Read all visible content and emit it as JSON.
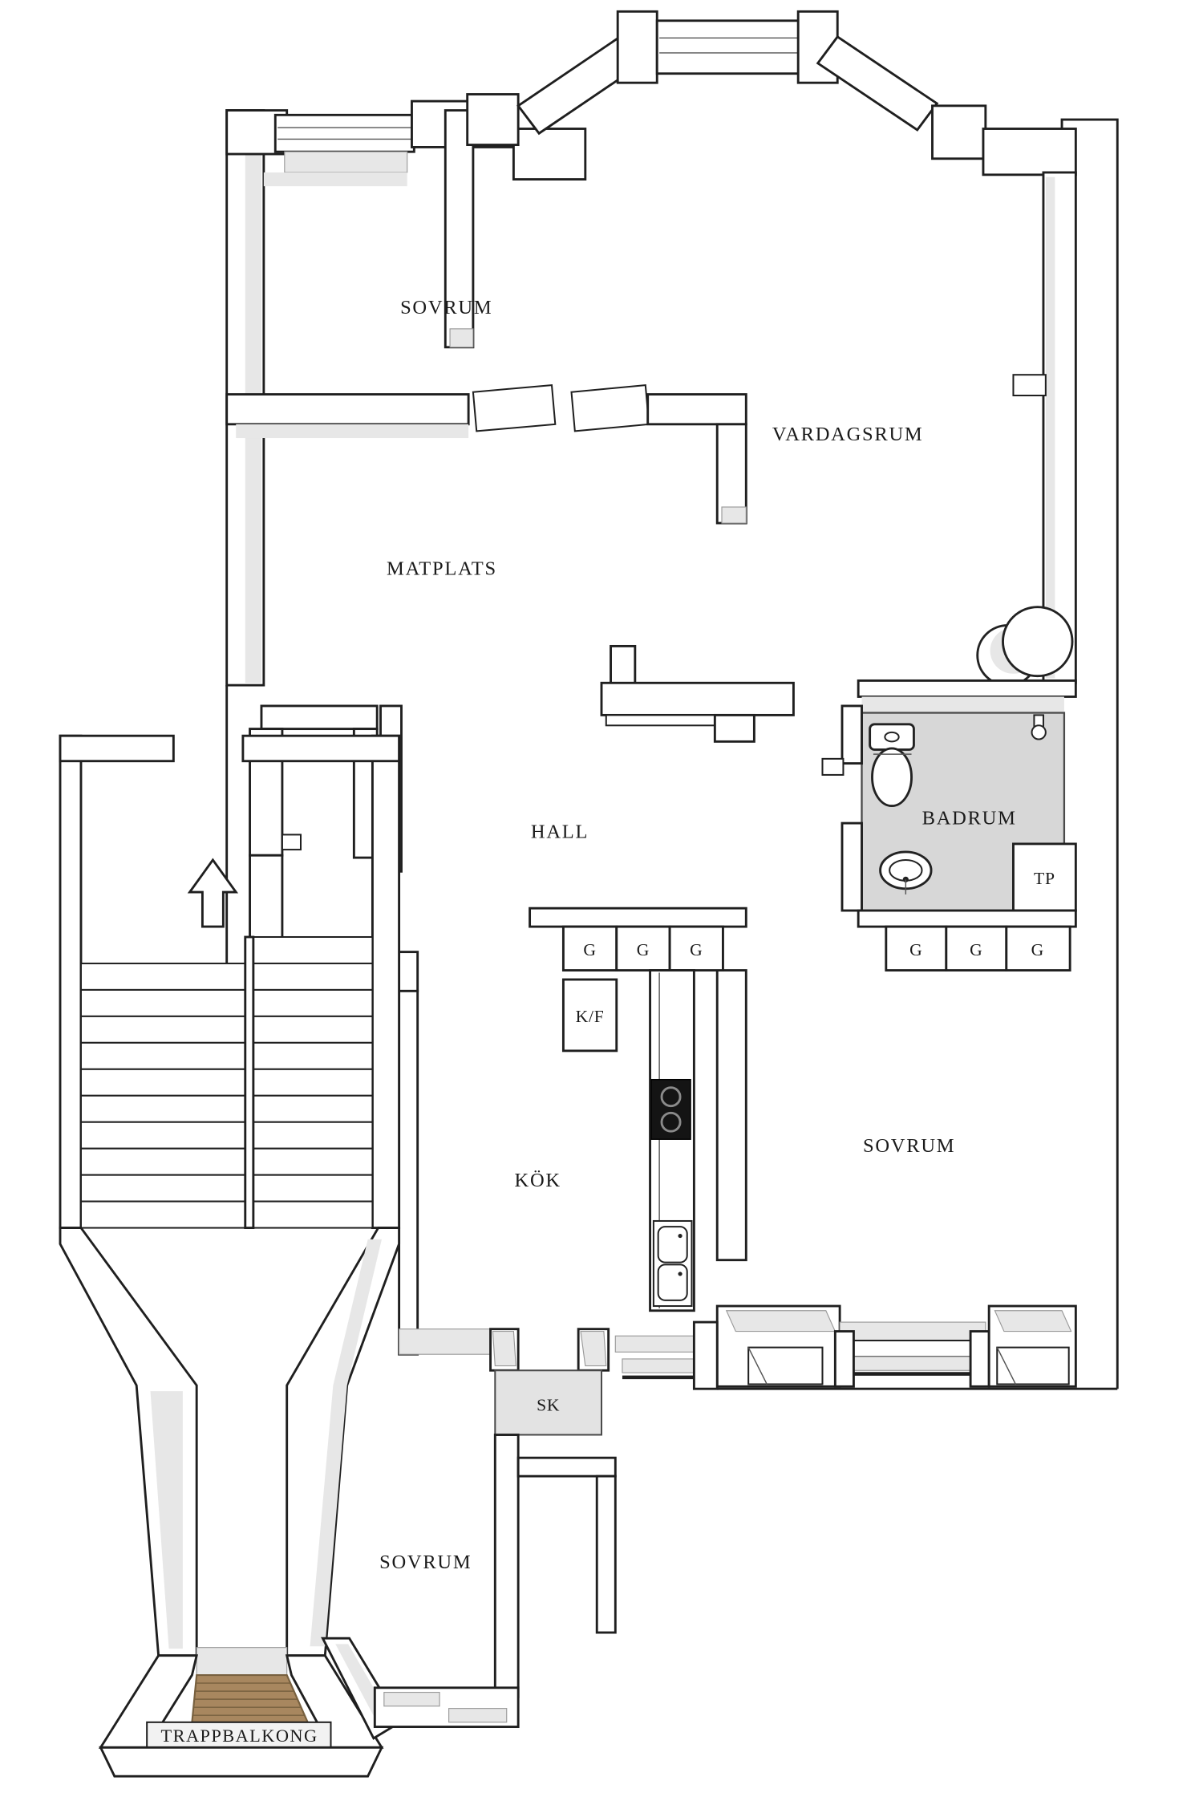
{
  "labels": {
    "sovrum_top": "SOVRUM",
    "vardagsrum": "VARDAGSRUM",
    "matplats": "MATPLATS",
    "hall": "HALL",
    "badrum": "BADRUM",
    "tp": "TP",
    "kok": "KÖK",
    "kf": "K/F",
    "sk": "SK",
    "sovrum_right": "SOVRUM",
    "sovrum_bottom": "SOVRUM",
    "trappbalkong": "TRAPPBALKONG",
    "wardrobes_kitchen": [
      "G",
      "G",
      "G"
    ],
    "wardrobes_bedroom": [
      "G",
      "G",
      "G"
    ]
  },
  "theme": {
    "wall_outline": "#1f1f1f",
    "wall_fill": "#ffffff",
    "wall_face": "#e7e7e7",
    "bathroom_floor": "#d7d7d7",
    "closet_floor": "#e3e3e3",
    "wood_floor": "#a8875f",
    "wood_line": "#77603f",
    "stove": "#141414",
    "background": "#ffffff",
    "text": "#1a1a1a"
  }
}
